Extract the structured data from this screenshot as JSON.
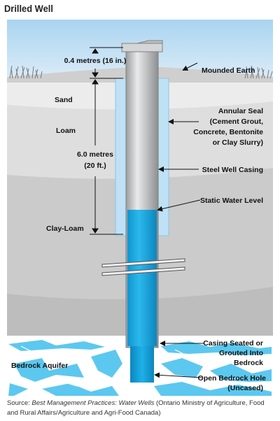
{
  "title": "Drilled Well",
  "labels": {
    "ground_interval": "0.4 metres (16 in.)",
    "mounded_earth": "Mounded Earth",
    "sand": "Sand",
    "loam": "Loam",
    "clay_loam": "Clay-Loam",
    "depth_line1": "6.0 metres",
    "depth_line2": "(20 ft.)",
    "annular_seal_lines": [
      "Annular Seal",
      "(Cement Grout,",
      "Concrete, Bentonite",
      "or Clay Slurry)"
    ],
    "steel_casing": "Steel Well Casing",
    "static_water": "Static Water Level",
    "casing_seated_lines": [
      "Casing Seated or",
      "Grouted Into",
      "Bedrock"
    ],
    "open_bedrock_lines": [
      "Open Bedrock Hole",
      "(Uncased)"
    ],
    "bedrock_aquifer": "Bedrock Aquifer"
  },
  "source": {
    "prefix": "Source: ",
    "title": "Best Management Practices: Water Wells",
    "rest": " (Ontario Ministry of Agriculture, Food and Rural Affairs/Agriculture and Agri-Food Canada)"
  },
  "colors": {
    "sky": "#b9dcf2",
    "water": "#1aa7df",
    "seal": "#bfe1f5",
    "casing": "#c9cbcd",
    "soil_light": "#ececec",
    "soil_mid": "#dcdcdc",
    "soil_dark": "#c9c9c9"
  }
}
